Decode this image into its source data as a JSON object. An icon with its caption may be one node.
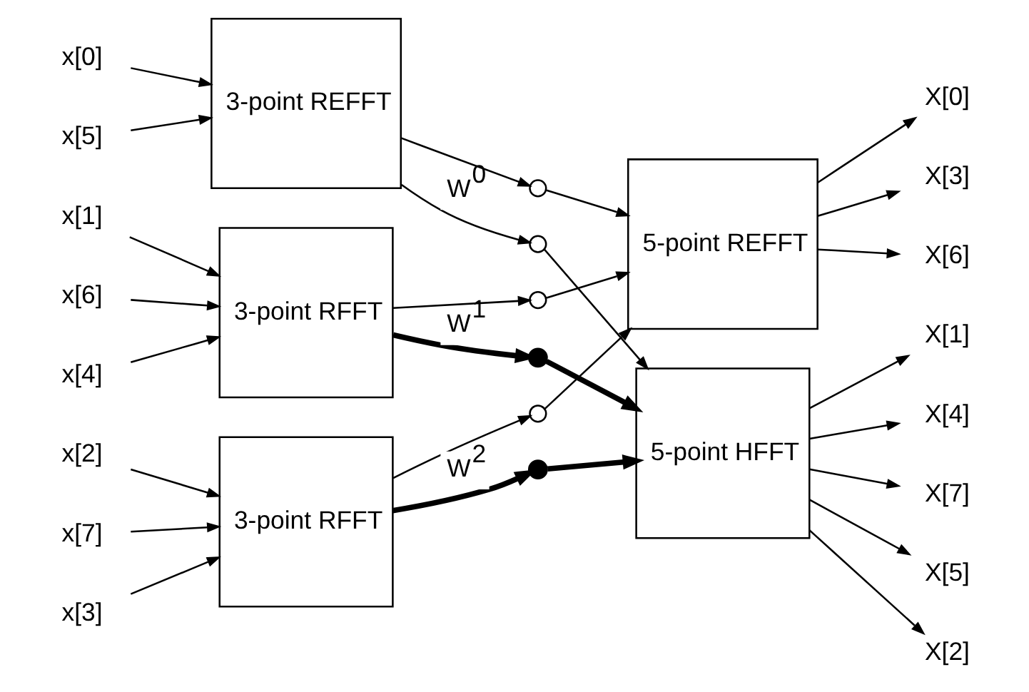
{
  "diagram": {
    "nodes": [
      {
        "text": [
          "x[0]"
        ]
      },
      {
        "text": [
          "x[5]"
        ]
      },
      {
        "text": [
          "3-point REFFT"
        ]
      },
      {
        "text": [
          "x[1]"
        ]
      },
      {
        "text": [
          "x[6]"
        ]
      },
      {
        "text": [
          "x[4]"
        ]
      },
      {
        "text": [
          "3-point RFFT"
        ]
      },
      {
        "text": [
          "x[2]"
        ]
      },
      {
        "text": [
          "x[7]"
        ]
      },
      {
        "text": [
          "x[3]"
        ]
      },
      {
        "text": [
          "3-point RFFT"
        ]
      },
      {
        "text": [],
        "shape": "circle"
      },
      {
        "text": [],
        "shape": "circle"
      },
      {
        "text": [],
        "shape": "circle"
      },
      {
        "text": [],
        "shape": "dot"
      },
      {
        "text": [],
        "shape": "circle"
      },
      {
        "text": [],
        "shape": "dot"
      },
      {
        "text": [
          "5-point REFFT"
        ]
      },
      {
        "text": [
          "5-point HFFT"
        ]
      },
      {
        "text": [
          "X[0]"
        ]
      },
      {
        "text": [
          "X[3]"
        ]
      },
      {
        "text": [
          "X[6]"
        ]
      },
      {
        "text": [
          "X[1]"
        ]
      },
      {
        "text": [
          "X[4]"
        ]
      },
      {
        "text": [
          "X[7]"
        ]
      },
      {
        "text": [
          "X[5]"
        ]
      },
      {
        "text": [
          "X[2]"
        ]
      }
    ],
    "edges": [
      {
        "from": 0,
        "to": 2,
        "arrow": "to"
      },
      {
        "from": 1,
        "to": 2,
        "arrow": "to"
      },
      {
        "from": 3,
        "to": 6,
        "arrow": "to"
      },
      {
        "from": 4,
        "to": 6,
        "arrow": "to"
      },
      {
        "from": 5,
        "to": 6,
        "arrow": "to"
      },
      {
        "from": 7,
        "to": 10,
        "arrow": "to"
      },
      {
        "from": 8,
        "to": 10,
        "arrow": "to"
      },
      {
        "from": 9,
        "to": 10,
        "arrow": "to"
      },
      {
        "from": 2,
        "to": 11,
        "arrow": "to"
      },
      {
        "from": 2,
        "to": 12,
        "arrow": "to",
        "label": "W$^{0}$"
      },
      {
        "from": 6,
        "to": 13,
        "arrow": "to"
      },
      {
        "from": 6,
        "to": 14,
        "arrow": "to",
        "label": "W$^{1}$",
        "style": "thick"
      },
      {
        "from": 10,
        "to": 15,
        "arrow": "to"
      },
      {
        "from": 10,
        "to": 16,
        "arrow": "to",
        "label": "W$^{2}$",
        "style": "thick"
      },
      {
        "from": 11,
        "to": 17,
        "arrow": "to"
      },
      {
        "from": 12,
        "to": 18,
        "arrow": "to"
      },
      {
        "from": 13,
        "to": 17,
        "arrow": "to"
      },
      {
        "from": 14,
        "to": 18,
        "arrow": "to",
        "style": "thick"
      },
      {
        "from": 15,
        "to": 17,
        "arrow": "to"
      },
      {
        "from": 16,
        "to": 18,
        "arrow": "to",
        "style": "thick"
      },
      {
        "from": 17,
        "to": 19,
        "arrow": "to"
      },
      {
        "from": 17,
        "to": 20,
        "arrow": "to"
      },
      {
        "from": 17,
        "to": 21,
        "arrow": "to"
      },
      {
        "from": 18,
        "to": 22,
        "arrow": "to"
      },
      {
        "from": 18,
        "to": 23,
        "arrow": "to"
      },
      {
        "from": 18,
        "to": 24,
        "arrow": "to"
      },
      {
        "from": 18,
        "to": 25,
        "arrow": "to"
      },
      {
        "from": 18,
        "to": 26,
        "arrow": "to"
      }
    ]
  }
}
